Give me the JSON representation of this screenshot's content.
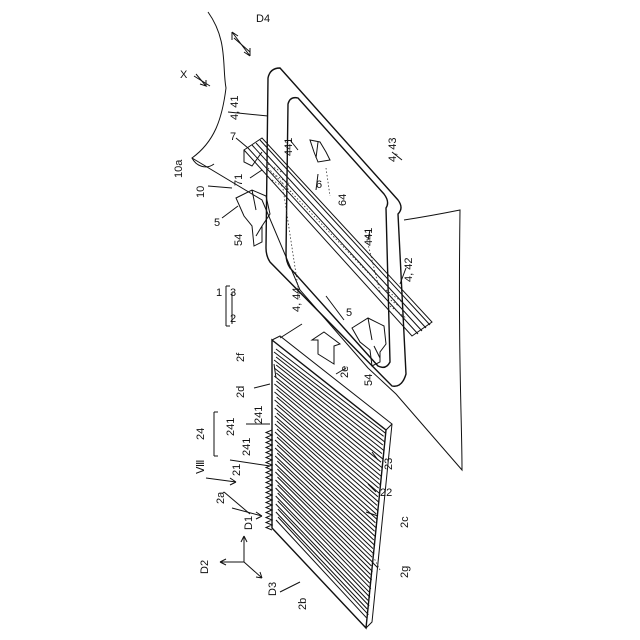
{
  "labels": {
    "d4": "D4",
    "x": "X",
    "l4_41": "4, 41",
    "l7": "7",
    "l441a": "441",
    "l10a": "10a",
    "l71": "71",
    "l4_43": "4, 43",
    "l10": "10",
    "l6": "6",
    "l64": "64",
    "l5a": "5",
    "l54a": "54",
    "l441b": "441",
    "l4_42": "4, 42",
    "l1": "1",
    "l3": "3",
    "l4_44": "4, 44",
    "l2": "2",
    "l5b": "5",
    "l2f": "2f",
    "l54b": "54",
    "l2e": "2e",
    "l2d": "2d",
    "l24": "24",
    "l241a": "241",
    "l241b": "241",
    "l241c": "241",
    "l23": "23",
    "lviii": "Ⅷ",
    "l21": "21",
    "l22": "22",
    "l2a": "2a",
    "ld1": "D1",
    "l2c": "2c",
    "ld2": "D2",
    "ld3": "D3",
    "l2g": "2g",
    "l2b": "2b"
  }
}
